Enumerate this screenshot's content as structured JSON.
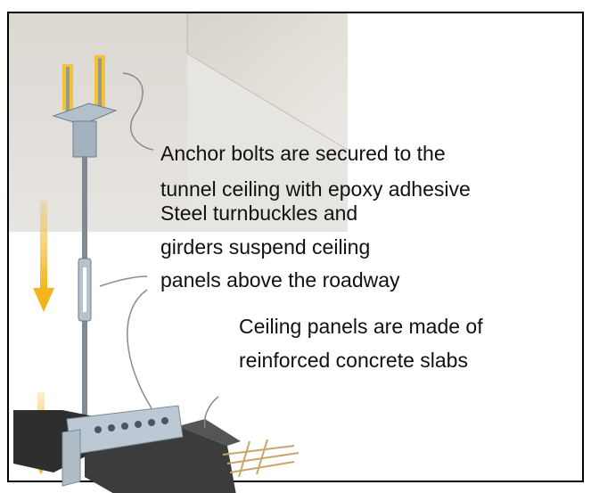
{
  "annotations": {
    "anchor": [
      "Anchor bolts are secured to the",
      "tunnel ceiling with epoxy adhesive"
    ],
    "turnbuckles": [
      "Steel turnbuckles and",
      "girders suspend ceiling",
      "panels above the roadway"
    ],
    "panels": [
      "Ceiling panels are made of",
      "reinforced concrete slabs"
    ]
  },
  "colors": {
    "arrow": "#f2b51c",
    "ceiling": "#cfcbc3",
    "steel": "#a9b6c4",
    "concrete": "#3a3a3a"
  }
}
